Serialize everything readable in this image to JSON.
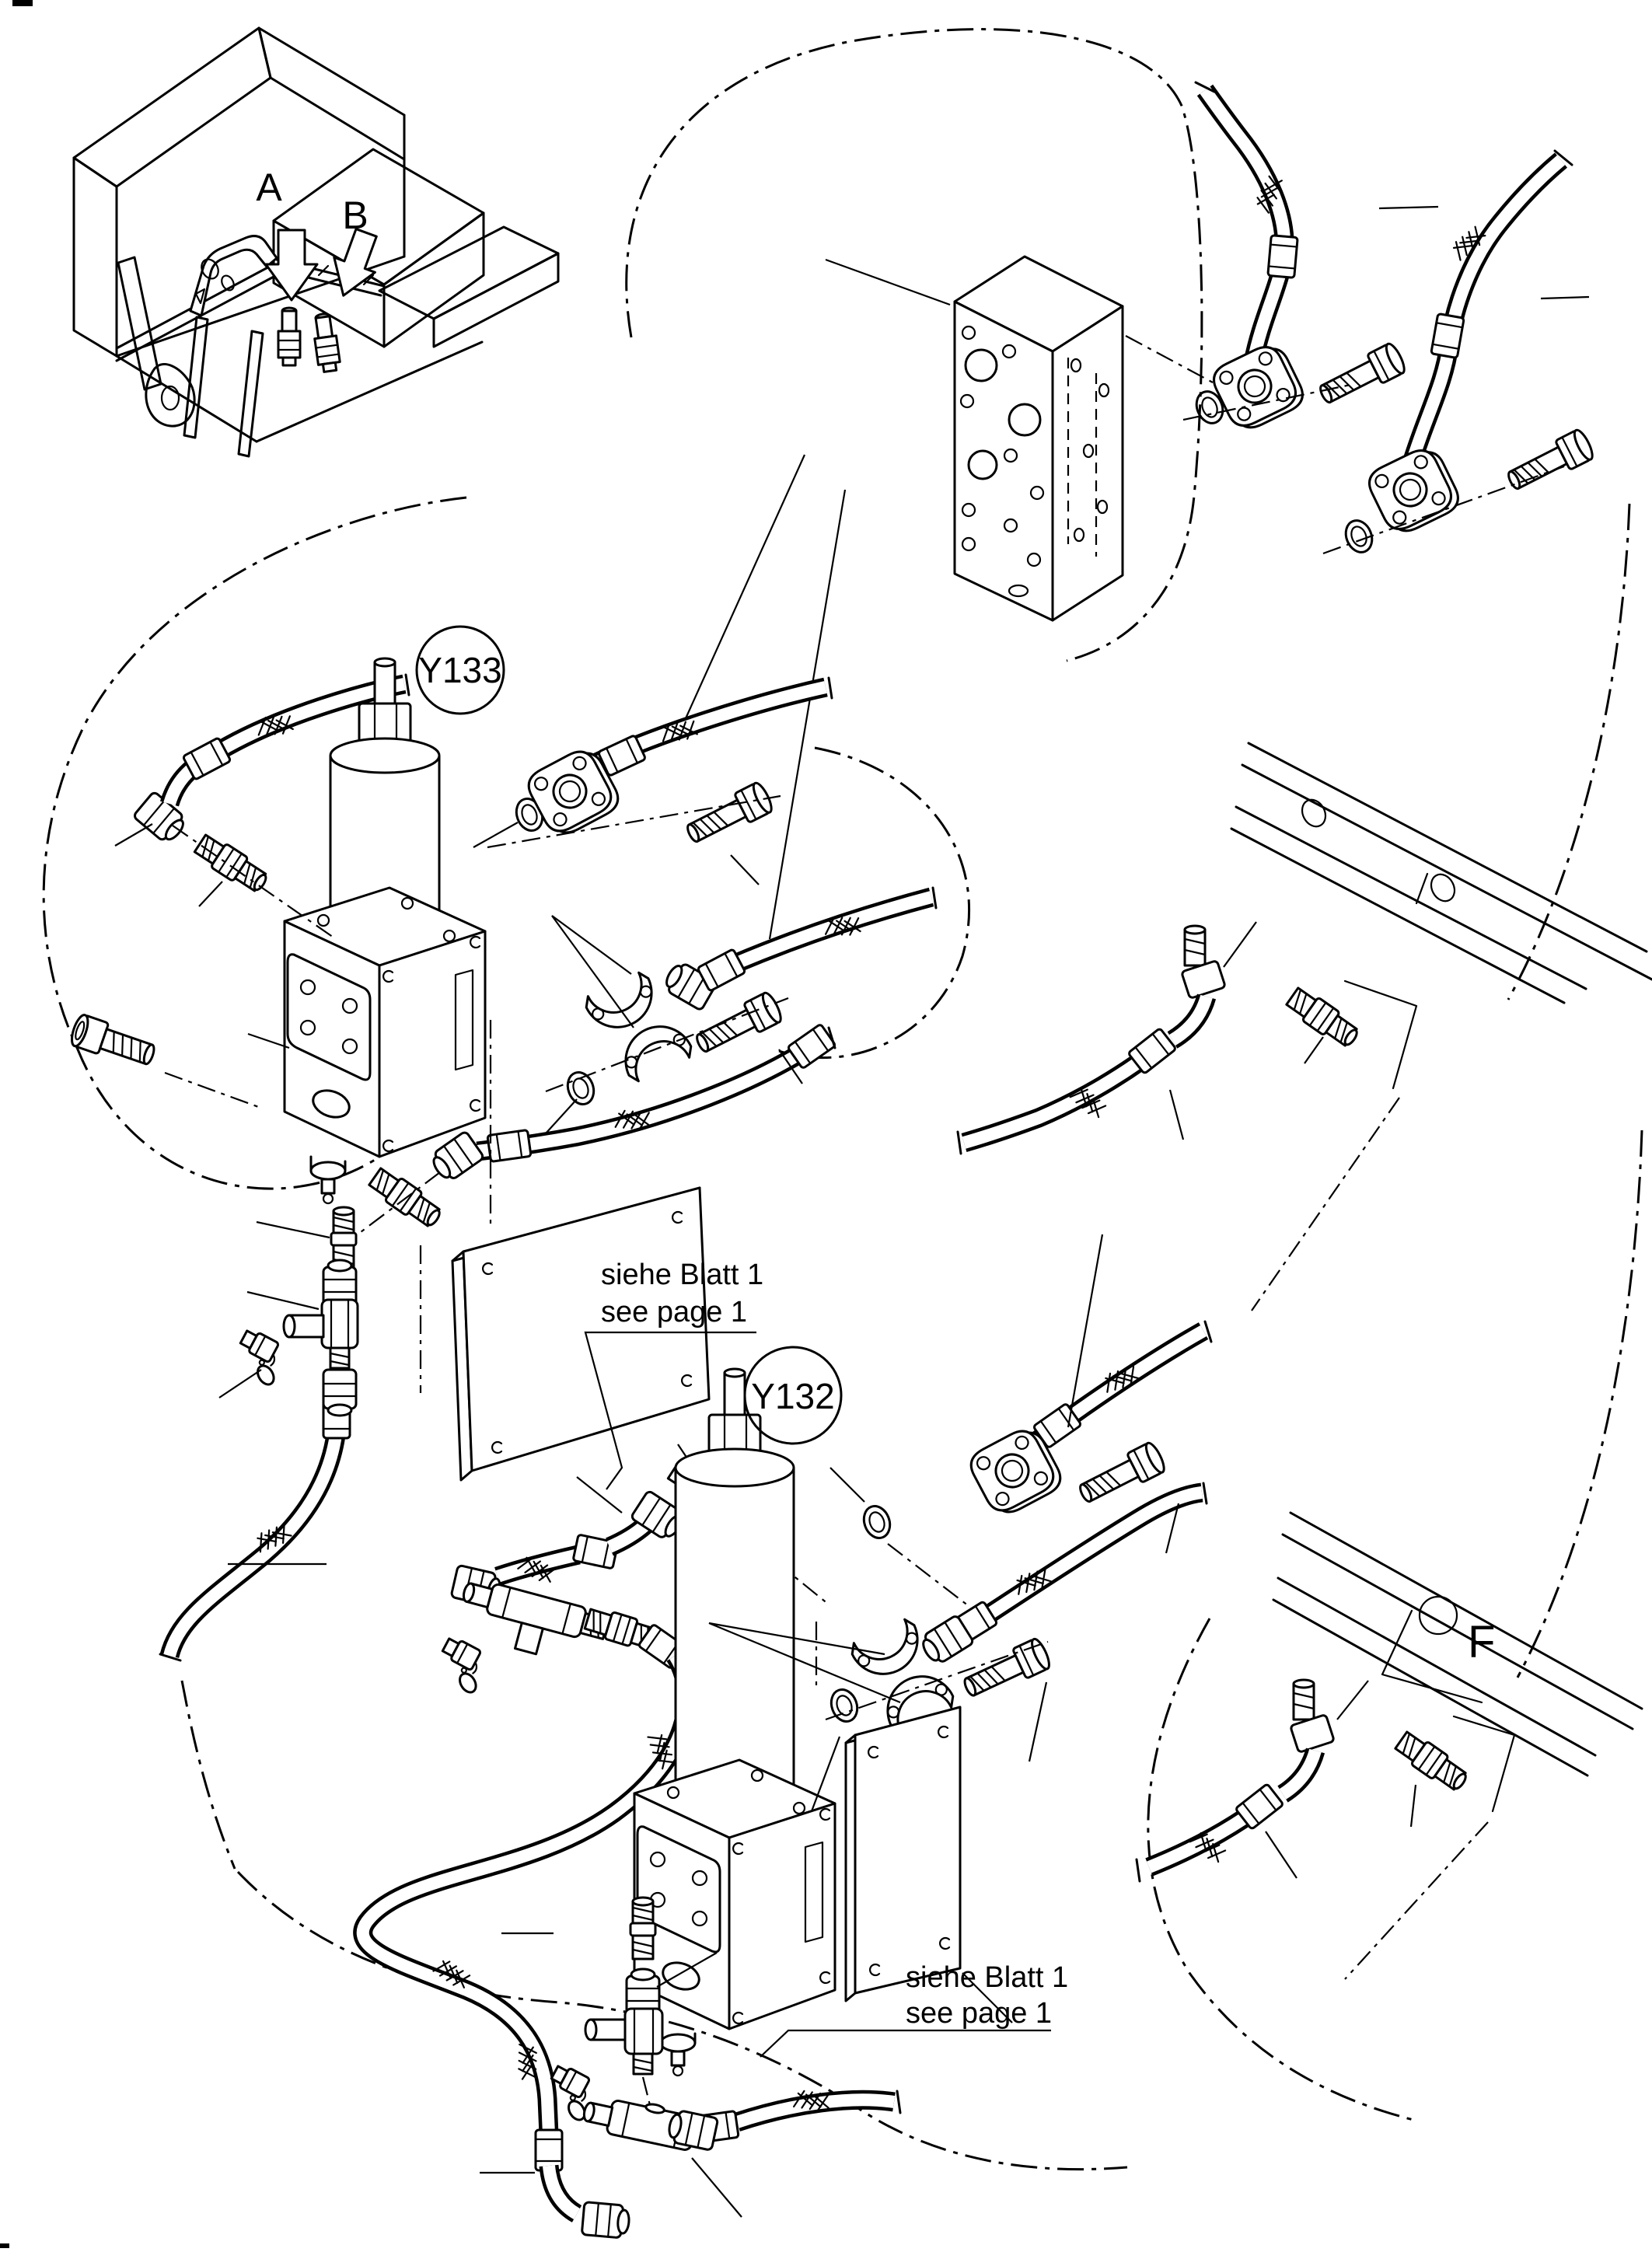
{
  "diagram": {
    "labels": {
      "location_a": "A",
      "location_b": "B",
      "frame_ref": "F",
      "valve_top": "Y133",
      "valve_bottom": "Y132"
    },
    "notes": {
      "top": {
        "line1": "siehe Blatt 1",
        "line2": "see page 1"
      },
      "bottom": {
        "line1": "siehe Blatt 1",
        "line2": "see page 1"
      }
    },
    "style": {
      "ink": "#000000",
      "paper": "#ffffff"
    }
  }
}
